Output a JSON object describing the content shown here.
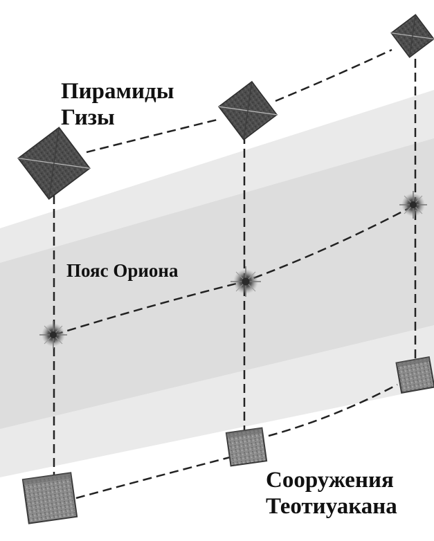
{
  "labels": {
    "giza_line1": "Пирамиды",
    "giza_line2": "Гизы",
    "orion": "Пояс Ориона",
    "teotihuacan_line1": "Сооружения",
    "teotihuacan_line2": "Теотиуакана"
  },
  "colors": {
    "pyramid_fill": "#4a4a4a",
    "star_glow": "#3a3a3a",
    "teo_block": "#8a8a8a",
    "line": "#222222",
    "background_shade": "#d4d4d4"
  },
  "icons": {
    "pyramid": "giza-pyramid-icon",
    "star": "orion-star-icon",
    "block": "teotihuacan-structure-icon"
  }
}
